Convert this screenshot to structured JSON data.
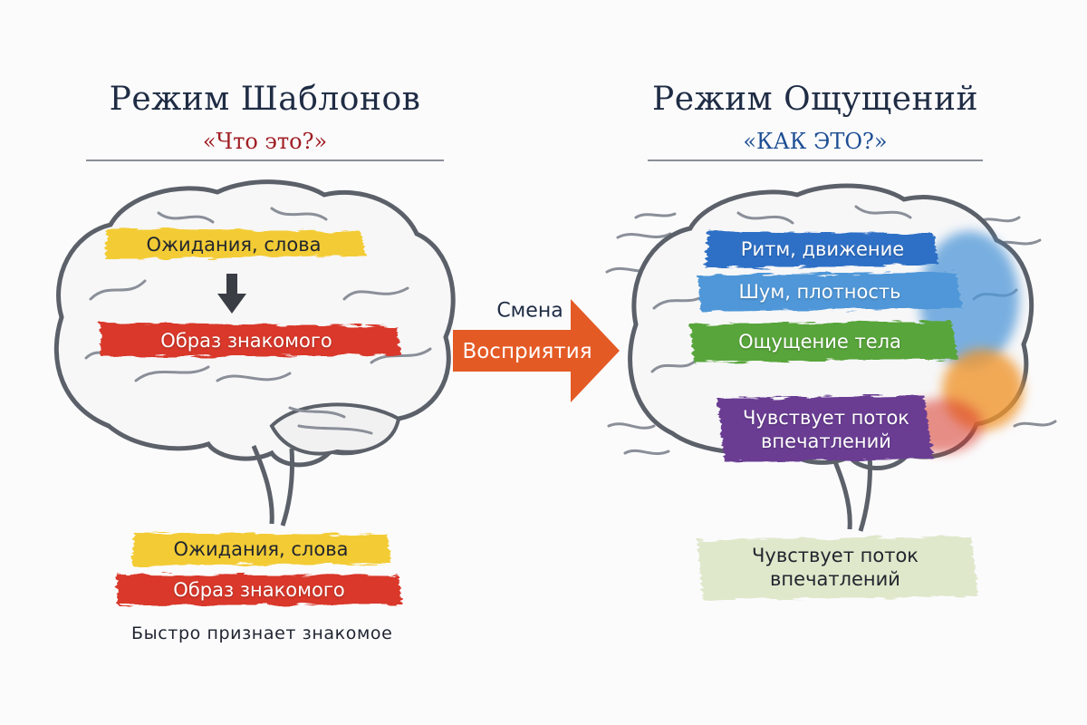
{
  "colors": {
    "title": "#1f2c44",
    "left_subtitle": "#a01f24",
    "right_subtitle": "#1e4f94",
    "yellow": "#f3cc34",
    "red": "#d9382a",
    "blue": "#2e6fc6",
    "light_blue": "#4f97d8",
    "green": "#58a53a",
    "purple": "#6a3c93",
    "orange": "#f0962e",
    "arrow": "#e45a25",
    "pale_green": "#dce6c6"
  },
  "left": {
    "title": "Режим Шаблонов",
    "subtitle": "«Что это?»",
    "band_top": "Ожидания, слова",
    "band_bottom": "Образ знакомого",
    "arrow_icon": "down-arrow-icon",
    "legend_top": "Ожидания, слова",
    "legend_bottom": "Образ знакомого",
    "caption": "Быстро признает знакомое"
  },
  "center": {
    "arrow_line1": "Смена",
    "arrow_line2": "Восприятия"
  },
  "right": {
    "title": "Режим Ощущений",
    "subtitle": "«КАК ЭТО?»",
    "band_1": "Ритм, движение",
    "band_2": "Шум, плотность",
    "band_3": "Ощущение тела",
    "band_4_line1": "Чувствует поток",
    "band_4_line2": "впечатлений",
    "legend_line1": "Чувствует поток",
    "legend_line2": "впечатлений"
  }
}
